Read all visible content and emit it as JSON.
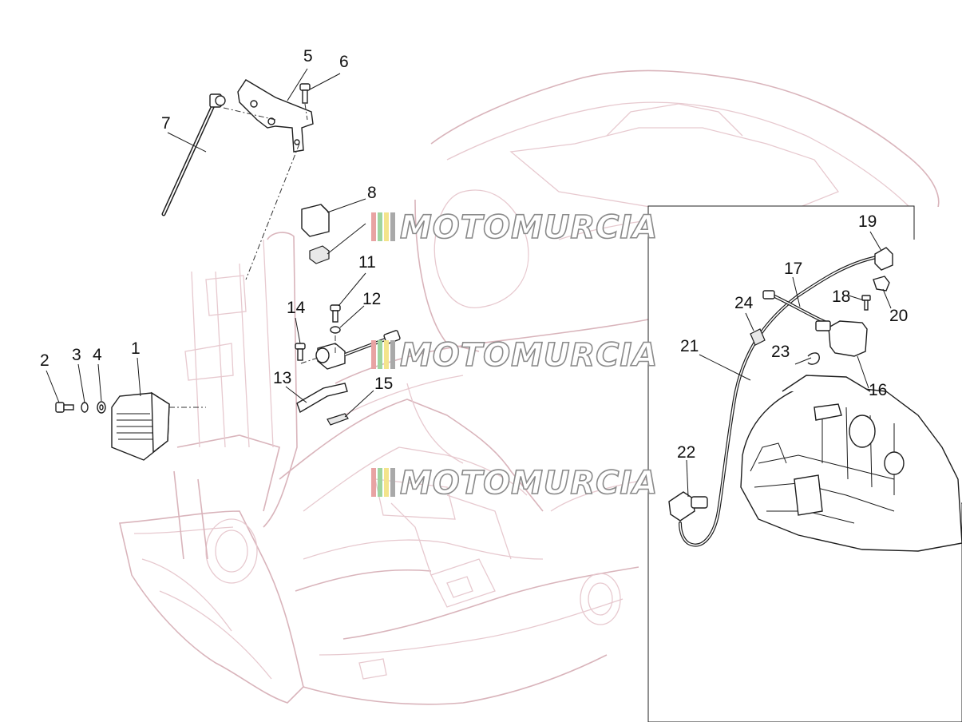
{
  "watermark": {
    "text": "MOTOMURCIA",
    "stripe_colors": [
      "#e8a3a3",
      "#9fd49f",
      "#f3e48c",
      "#a9a9a9"
    ]
  },
  "callouts": [
    {
      "id": "1",
      "label": "1"
    },
    {
      "id": "2",
      "label": "2"
    },
    {
      "id": "3",
      "label": "3"
    },
    {
      "id": "4",
      "label": "4"
    },
    {
      "id": "5",
      "label": "5"
    },
    {
      "id": "6",
      "label": "6"
    },
    {
      "id": "7",
      "label": "7"
    },
    {
      "id": "8",
      "label": "8"
    },
    {
      "id": "11",
      "label": "11"
    },
    {
      "id": "12",
      "label": "12"
    },
    {
      "id": "13",
      "label": "13"
    },
    {
      "id": "14",
      "label": "14"
    },
    {
      "id": "15",
      "label": "15"
    },
    {
      "id": "16",
      "label": "16"
    },
    {
      "id": "17",
      "label": "17"
    },
    {
      "id": "18",
      "label": "18"
    },
    {
      "id": "19",
      "label": "19"
    },
    {
      "id": "20",
      "label": "20"
    },
    {
      "id": "21",
      "label": "21"
    },
    {
      "id": "22",
      "label": "22"
    },
    {
      "id": "23",
      "label": "23"
    },
    {
      "id": "24",
      "label": "24"
    }
  ]
}
